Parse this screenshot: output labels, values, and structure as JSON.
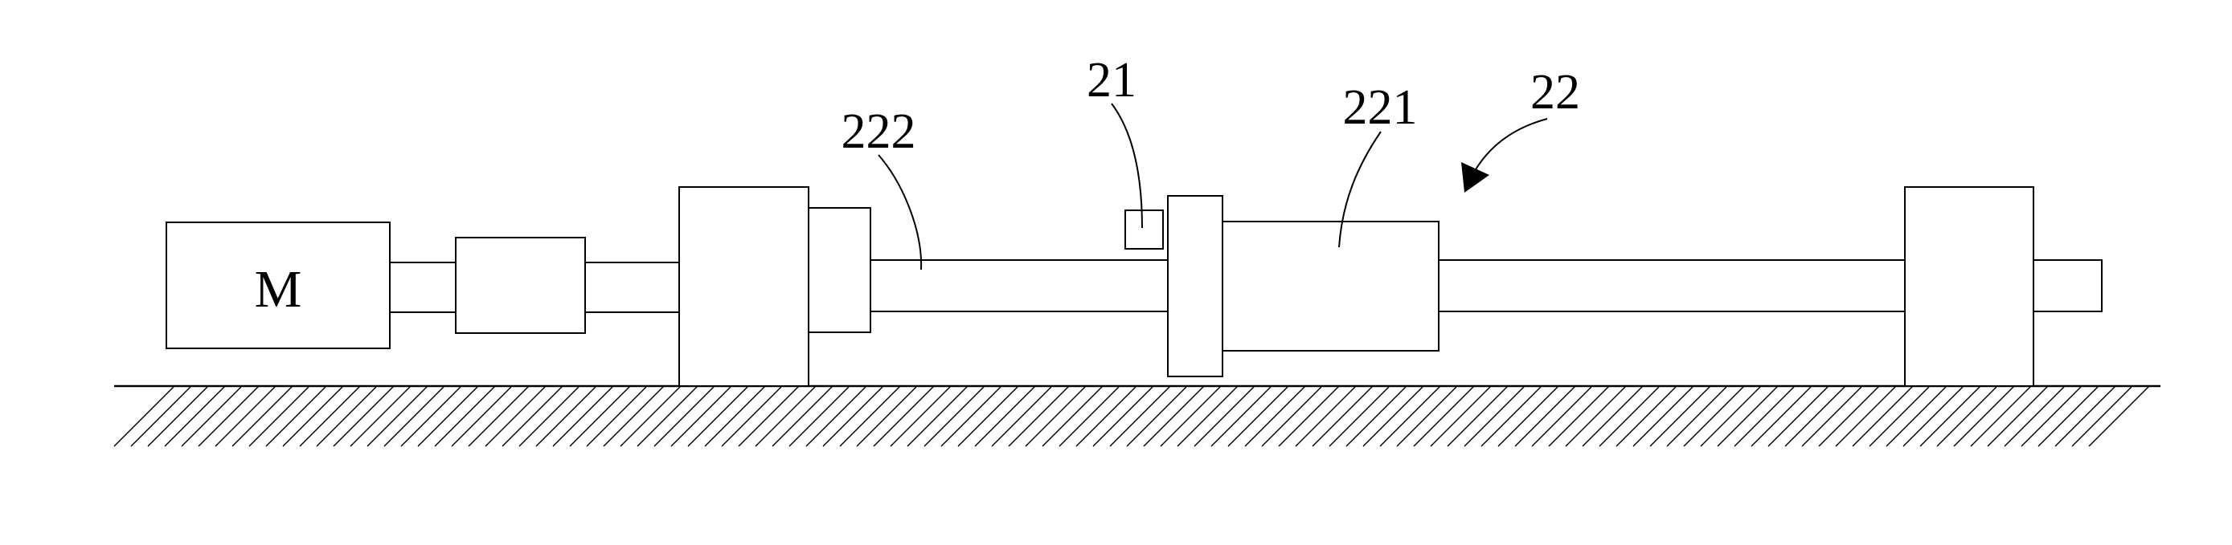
{
  "labels": {
    "motor": "M",
    "ref_21": "21",
    "ref_22": "22",
    "ref_221": "221",
    "ref_222": "222"
  }
}
